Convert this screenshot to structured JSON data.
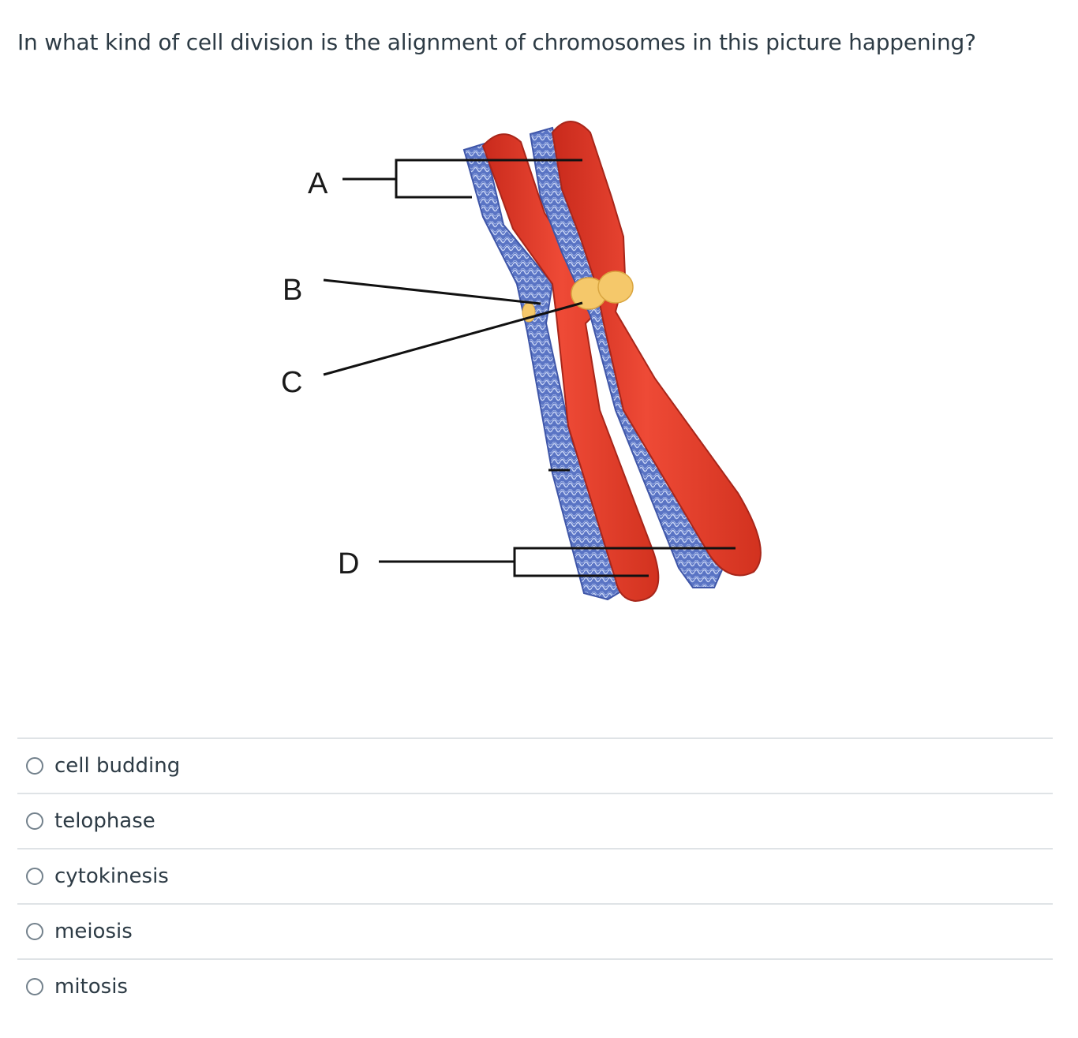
{
  "question": {
    "text": "In what kind of cell division is the alignment of chromosomes in this picture happening?"
  },
  "figure": {
    "labels": {
      "a": "A",
      "b": "B",
      "c": "C",
      "d": "D"
    },
    "colors": {
      "chromatid_red": "#e23b2a",
      "chromatid_blue": "#5a74c4",
      "centromere": "#f5c86a",
      "line": "#111111"
    }
  },
  "answers": [
    {
      "label": "cell budding",
      "selected": false
    },
    {
      "label": "telophase",
      "selected": false
    },
    {
      "label": "cytokinesis",
      "selected": false
    },
    {
      "label": "meiosis",
      "selected": false
    },
    {
      "label": "mitosis",
      "selected": false
    }
  ]
}
